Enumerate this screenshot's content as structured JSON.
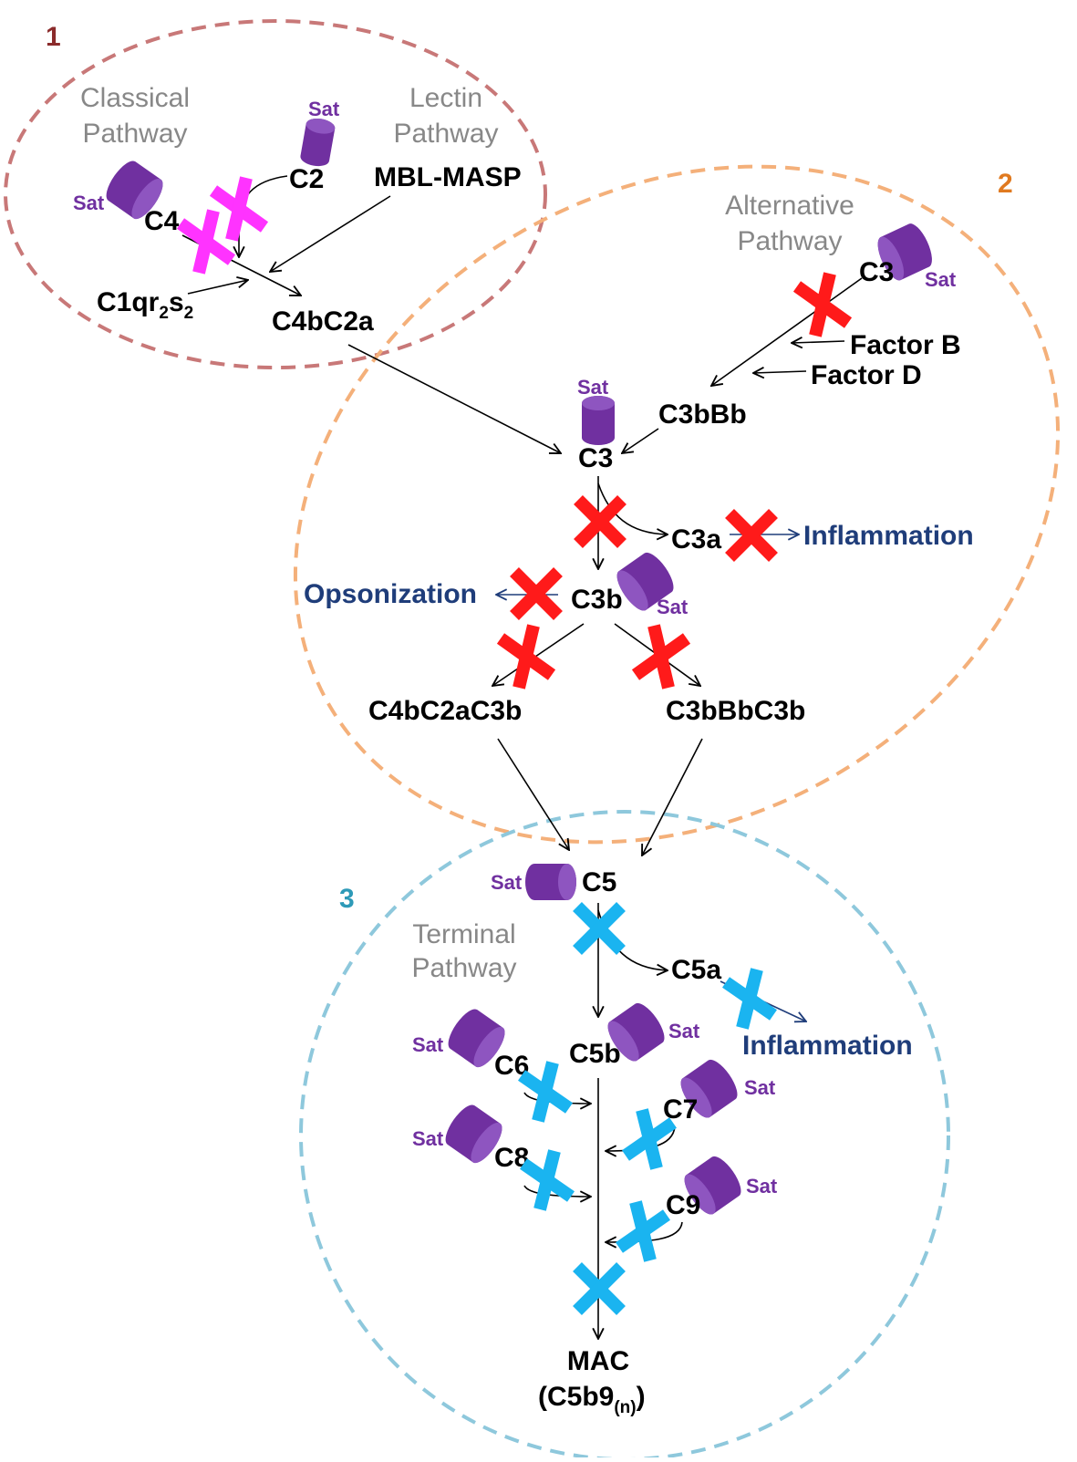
{
  "colors": {
    "region1": "#C87878",
    "region2": "#F4B07A",
    "region3": "#8EC8DC",
    "sat": "#7030A0",
    "cross_classical": "#FF33FF",
    "cross_alternative": "#FF1A1A",
    "cross_terminal": "#1AB4F0",
    "effect_text": "#1F3D7A",
    "number_1": "#8B2B2B",
    "number_2": "#E07A20",
    "number_3": "#2E9AB8"
  },
  "icons": {
    "sat_shape": "cylinder-icon",
    "block_mark": "cross-icon"
  },
  "regions": {
    "r1": {
      "number": "1",
      "title_a_l1": "Classical",
      "title_a_l2": "Pathway",
      "title_b_l1": "Lectin",
      "title_b_l2": "Pathway"
    },
    "r2": {
      "number": "2",
      "title_l1": "Alternative",
      "title_l2": "Pathway"
    },
    "r3": {
      "number": "3",
      "title_l1": "Terminal",
      "title_l2": "Pathway"
    }
  },
  "sat_label": "Sat",
  "nodes": {
    "c2": "C2",
    "c4": "C4",
    "mbl_masp": "MBL-MASP",
    "c1qrs_base": "C1qr",
    "c1qrs_sub1": "2",
    "c1qrs_s": "s",
    "c1qrs_sub2": "2",
    "c4bc2a": "C4bC2a",
    "c3_alt": "C3",
    "factor_b": "Factor B",
    "factor_d": "Factor D",
    "c3bbb": "C3bBb",
    "c3_center": "C3",
    "c3a": "C3a",
    "c3b": "C3b",
    "c4bc2ac3b": "C4bC2aC3b",
    "c3bbbc3b": "C3bBbC3b",
    "c5": "C5",
    "c5a": "C5a",
    "c5b": "C5b",
    "c6": "C6",
    "c7": "C7",
    "c8": "C8",
    "c9": "C9",
    "mac": "MAC",
    "mac_formula": "(C5b9",
    "mac_sub": "(n)",
    "mac_close": ")"
  },
  "effects": {
    "inflammation_c3a": "Inflammation",
    "opsonization": "Opsonization",
    "inflammation_c5a": "Inflammation"
  }
}
